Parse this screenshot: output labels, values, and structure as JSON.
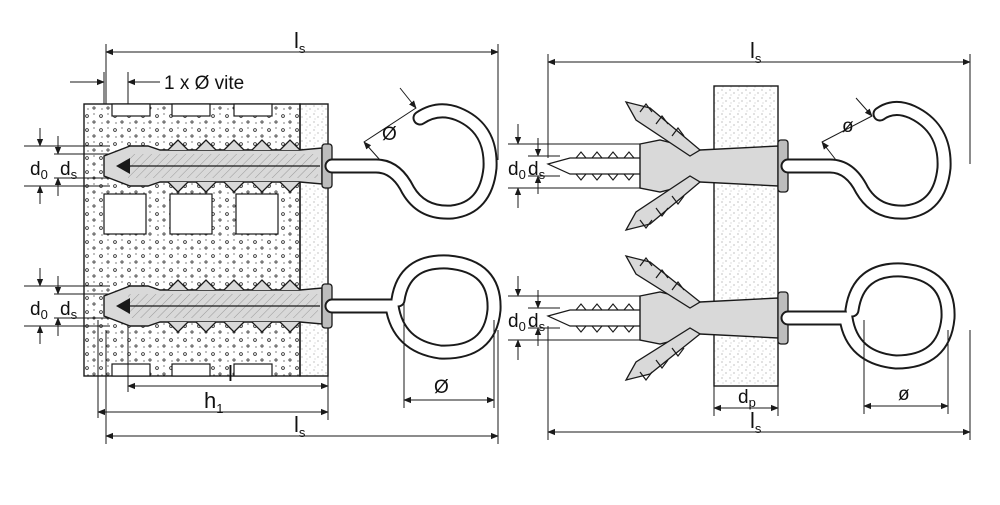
{
  "labels": {
    "left_ls_top": "l",
    "left_ls_top_sub": "s",
    "screw_note": "1 x Ø vite",
    "left_d0_1": "d",
    "left_d0_1_sub": "0",
    "left_ds_1": "d",
    "left_ds_1_sub": "s",
    "left_d0_2": "d",
    "left_d0_2_sub": "0",
    "left_ds_2": "d",
    "left_ds_2_sub": "s",
    "left_phi_top": "Ø",
    "left_phi_bottom": "Ø",
    "left_l": "l",
    "left_h1": "h",
    "left_h1_sub": "1",
    "left_ls_bottom": "l",
    "left_ls_bottom_sub": "s",
    "right_ls_top": "l",
    "right_ls_top_sub": "s",
    "right_d0_1": "d",
    "right_d0_1_sub": "0",
    "right_ds_1": "d",
    "right_ds_1_sub": "s",
    "right_d0_2": "d",
    "right_d0_2_sub": "0",
    "right_ds_2": "d",
    "right_ds_2_sub": "s",
    "right_phi_top": "ø",
    "right_phi_bottom": "ø",
    "right_dp": "d",
    "right_dp_sub": "p",
    "right_ls_bottom": "l",
    "right_ls_bottom_sub": "s"
  },
  "colors": {
    "line": "#1a1a1a",
    "fill_light": "#d9d9d9",
    "fill_mid": "#bdbdbd",
    "wall": "#efefef",
    "background": "#ffffff"
  }
}
